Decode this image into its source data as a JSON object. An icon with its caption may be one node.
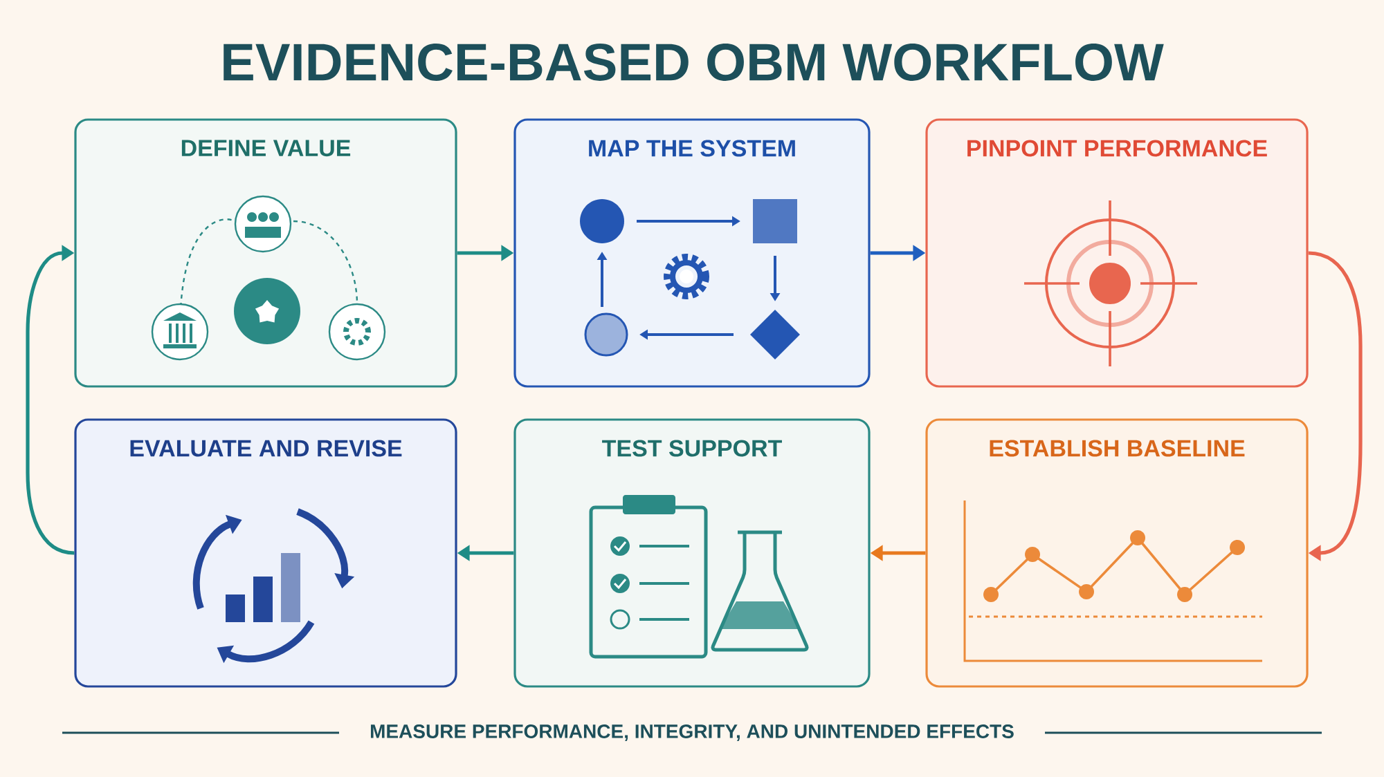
{
  "diagram": {
    "title": "EVIDENCE-BASED OBM WORKFLOW",
    "nodes": [
      {
        "text": [
          "DEFINE VALUE"
        ]
      },
      {
        "text": [
          "MAP THE SYSTEM"
        ]
      },
      {
        "text": [
          "PINPOINT PERFORMANCE"
        ]
      },
      {
        "text": [
          "EVALUATE AND REVISE"
        ]
      },
      {
        "text": [
          "TEST SUPPORT"
        ]
      },
      {
        "text": [
          "ESTABLISH BASELINE"
        ]
      }
    ],
    "edges": [
      {
        "from": 0,
        "to": 1,
        "arrow": "to",
        "color": "#1e8c86"
      },
      {
        "from": 1,
        "to": 2,
        "arrow": "to",
        "color": "#1f5fbf"
      },
      {
        "from": 2,
        "to": 5,
        "arrow": "to",
        "color": "#e8654f"
      },
      {
        "from": 5,
        "to": 4,
        "arrow": "to",
        "color": "#e8791e"
      },
      {
        "from": 4,
        "to": 3,
        "arrow": "to",
        "color": "#1e8c86"
      },
      {
        "from": 3,
        "to": 0,
        "arrow": "to",
        "color": "#1e8c86"
      }
    ],
    "caption": "MEASURE PERFORMANCE, INTEGRITY, AND UNINTENDED EFFECTS"
  }
}
